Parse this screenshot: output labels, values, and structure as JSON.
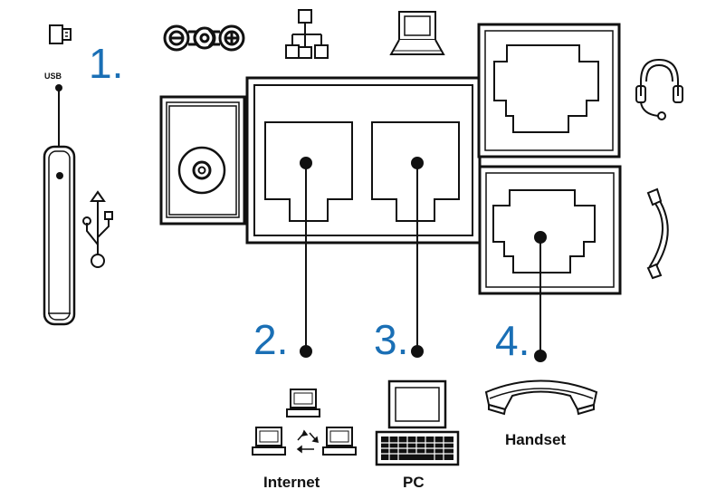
{
  "labels": {
    "usb": "USB",
    "internet": "Internet",
    "pc": "PC",
    "handset": "Handset"
  },
  "numbers": {
    "usb": "1.",
    "internet": "2.",
    "pc": "3.",
    "handset": "4."
  },
  "colors": {
    "number_blue": "#1a6fb5",
    "line": "#111111"
  },
  "icons": [
    "usb-stick-icon",
    "power-adapter-icon",
    "network-icon",
    "computer-icon",
    "headset-icon",
    "handset-icon",
    "usb-trident-icon",
    "network-topology-icon",
    "pc-with-keyboard-icon",
    "handset-large-icon"
  ]
}
